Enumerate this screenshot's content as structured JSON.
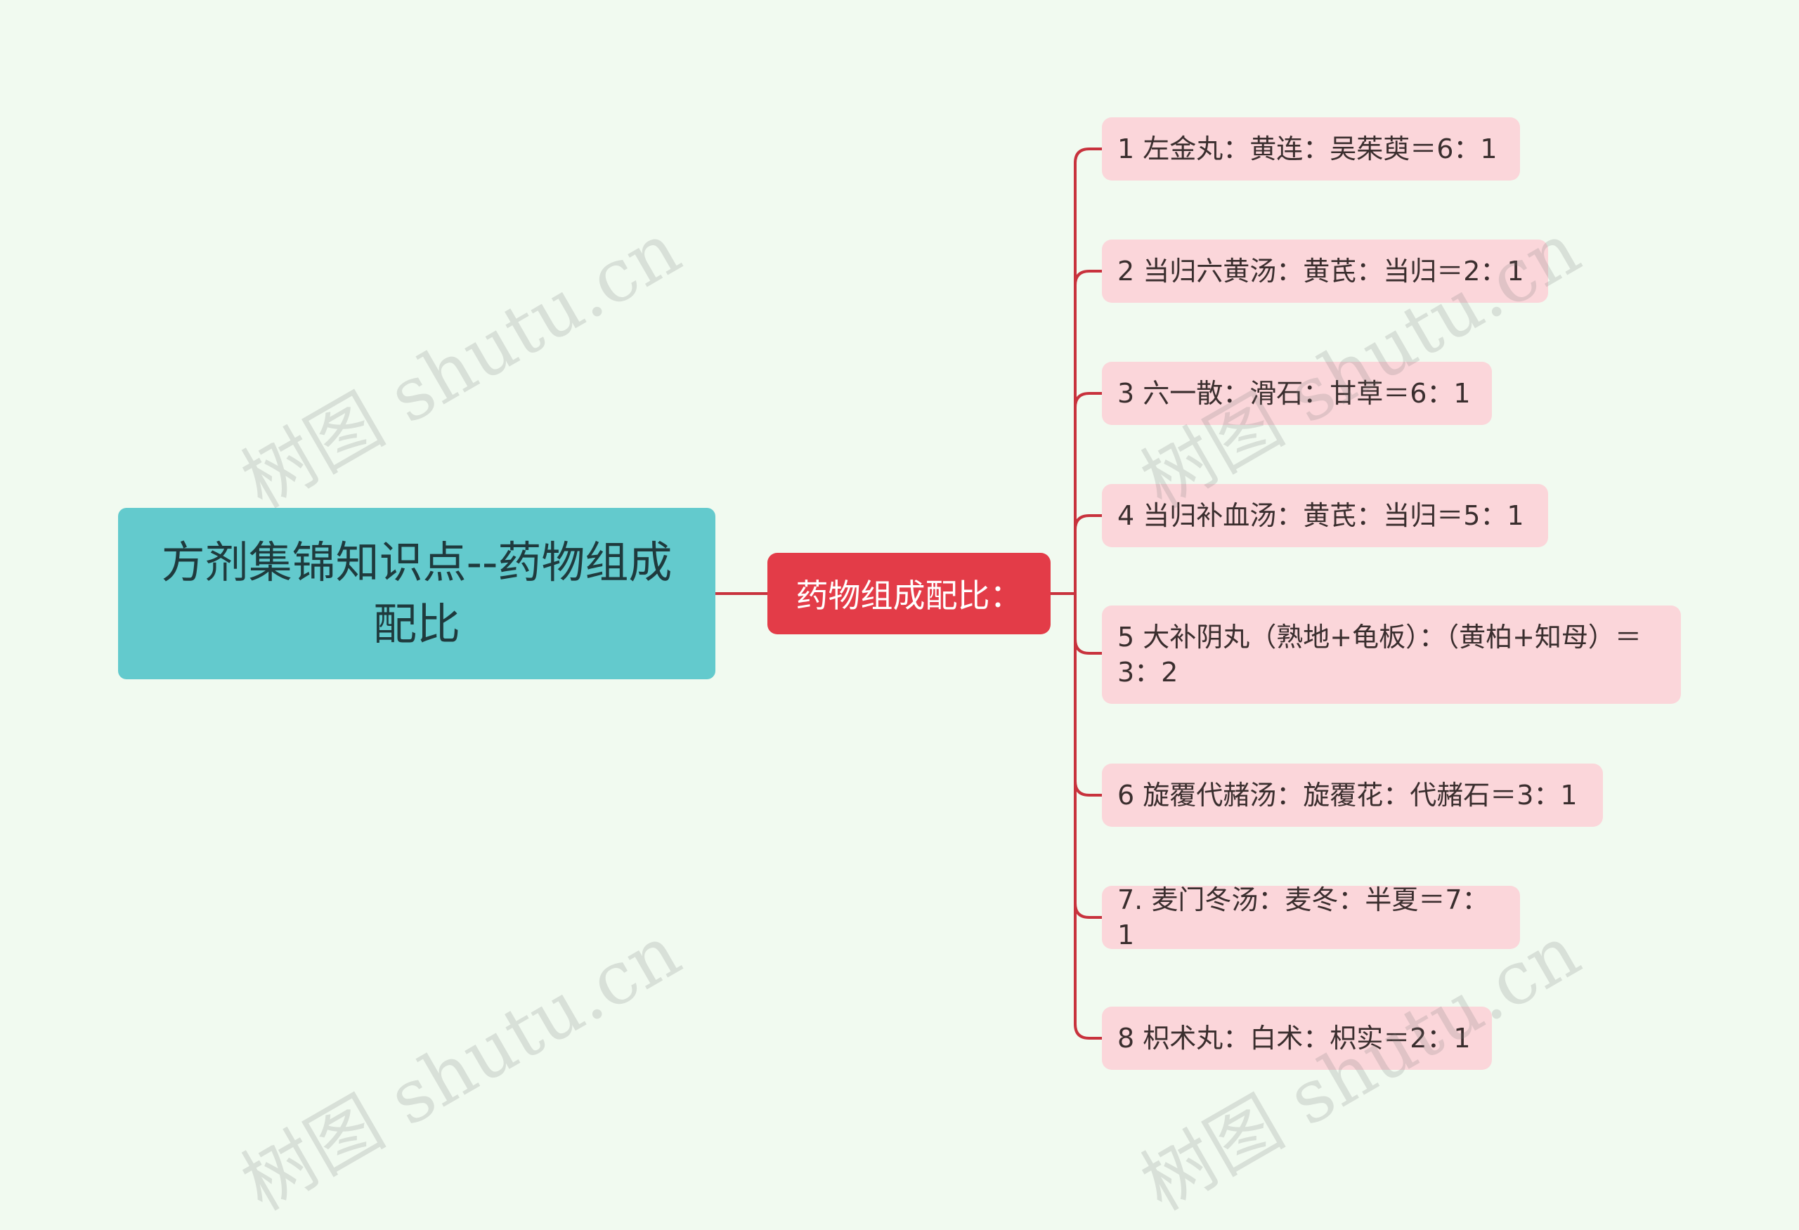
{
  "root": {
    "label": "方剂集锦知识点--药物组成配比"
  },
  "branch": {
    "label": "药物组成配比："
  },
  "leaves": [
    {
      "label": "1 左金丸：黄连：吴茱萸＝6：1"
    },
    {
      "label": "2 当归六黄汤：黄芪：当归＝2：1"
    },
    {
      "label": "3 六一散：滑石：甘草＝6：1"
    },
    {
      "label": "4 当归补血汤：黄芪：当归＝5：1"
    },
    {
      "label": "5 大补阴丸（熟地+龟板）：（黄柏+知母）＝3：2"
    },
    {
      "label": "6 旋覆代赭汤：旋覆花：代赭石＝3：1"
    },
    {
      "label": "7. 麦门冬汤：麦冬：半夏＝7：1"
    },
    {
      "label": "8 枳术丸：白术：枳实＝2：1"
    }
  ],
  "watermark": {
    "text": "树图 shutu.cn"
  },
  "colors": {
    "background": "#f1faf0",
    "root_fill": "#63cacd",
    "branch_fill": "#e33c48",
    "leaf_fill": "#fbd6da",
    "connector": "#c8323d"
  }
}
